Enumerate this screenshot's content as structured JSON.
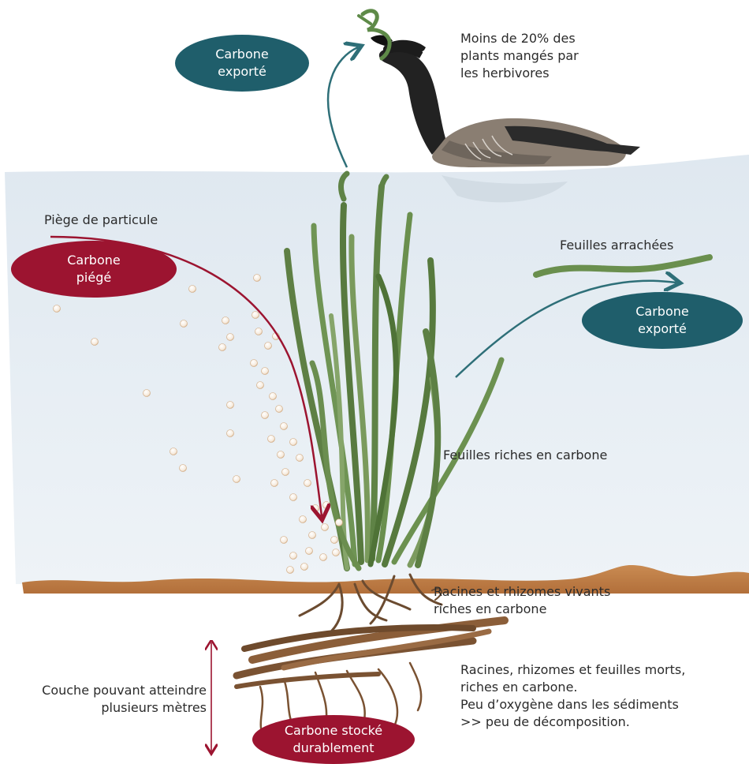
{
  "labels": {
    "herbivores": [
      "Moins de 20% des",
      "plants mangés par",
      "les herbivores"
    ],
    "particle_trap": "Piège de particule",
    "torn_leaves": "Feuilles arrachées",
    "rich_leaves": "Feuilles riches en carbone",
    "live_roots": [
      "Racines et rhizomes vivants",
      "riches en carbone"
    ],
    "dead_roots": [
      "Racines, rhizomes et feuilles morts,",
      "riches en carbone.",
      "Peu d’oxygène dans les sédiments",
      ">> peu de décomposition."
    ],
    "layer": [
      "Couche pouvant atteindre",
      "plusieurs mètres"
    ]
  },
  "badges": {
    "exported_top": [
      "Carbone",
      "exporté"
    ],
    "trapped": [
      "Carbone",
      "piégé"
    ],
    "exported_right": [
      "Carbone",
      "exporté"
    ],
    "stored": [
      "Carbone stocké",
      "durablement"
    ]
  },
  "colors": {
    "water": "#e8eef4",
    "sediment": "#c4824a",
    "teal_badge": "#1f5e6b",
    "red_badge": "#9c1430",
    "seagrass": "#6a8f4e",
    "roots": "#7a5232"
  },
  "icons": [
    "brant-goose",
    "seagrass-plant",
    "particle-dot",
    "roots"
  ]
}
